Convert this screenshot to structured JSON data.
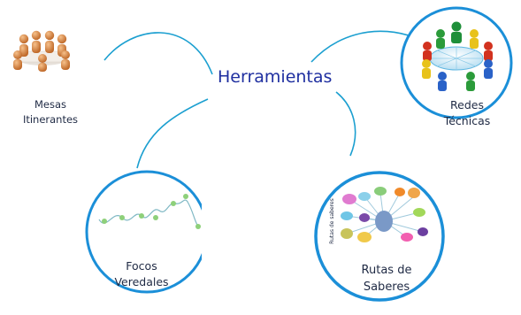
{
  "center": {
    "title": "Herramientas"
  },
  "nodes": [
    {
      "key": "mesas",
      "line1": "Mesas",
      "line2": "Itinerantes",
      "image": "people-meeting-table-icon"
    },
    {
      "key": "redes",
      "line1": "Redes",
      "line2": "Técnicas",
      "image": "people-network-icon"
    },
    {
      "key": "focos",
      "line1": "Focos",
      "line2": "Veredales",
      "image": "trail-path-icon"
    },
    {
      "key": "rutas",
      "line1": "Rutas de",
      "line2": "Saberes",
      "image": "mind-map-icon",
      "image_caption": "Rutas de saberes"
    }
  ],
  "colors": {
    "connector": "#1b9fd0",
    "circle_border": "#1b8fd8",
    "title": "#1f2fa0",
    "label": "#1f2a44"
  }
}
